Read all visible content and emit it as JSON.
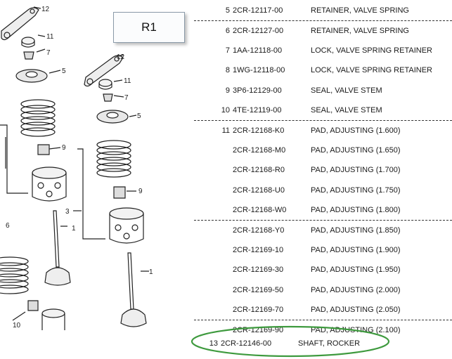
{
  "callout": {
    "label": "R1"
  },
  "diagram": {
    "labels": [
      "12",
      "11",
      "7",
      "5",
      "12",
      "11",
      "7",
      "5",
      "9",
      "9",
      "3",
      "1",
      "6",
      "1",
      "10"
    ]
  },
  "parts": [
    {
      "num": "5",
      "pn": "2CR-12117-00",
      "desc": "RETAINER, VALVE SPRING"
    },
    {
      "num": "6",
      "pn": "2CR-12127-00",
      "desc": "RETAINER, VALVE SPRING"
    },
    {
      "num": "7",
      "pn": "1AA-12118-00",
      "desc": "LOCK, VALVE SPRING RETAINER"
    },
    {
      "num": "8",
      "pn": "1WG-12118-00",
      "desc": "LOCK, VALVE SPRING RETAINER"
    },
    {
      "num": "9",
      "pn": "3P6-12129-00",
      "desc": "SEAL, VALVE STEM"
    },
    {
      "num": "10",
      "pn": "4TE-12119-00",
      "desc": "SEAL, VALVE STEM"
    },
    {
      "num": "11",
      "pn": "2CR-12168-K0",
      "desc": "PAD, ADJUSTING (1.600)"
    },
    {
      "num": "",
      "pn": "2CR-12168-M0",
      "desc": "PAD, ADJUSTING (1.650)"
    },
    {
      "num": "",
      "pn": "2CR-12168-R0",
      "desc": "PAD, ADJUSTING (1.700)"
    },
    {
      "num": "",
      "pn": "2CR-12168-U0",
      "desc": "PAD, ADJUSTING (1.750)"
    },
    {
      "num": "",
      "pn": "2CR-12168-W0",
      "desc": "PAD, ADJUSTING (1.800)"
    },
    {
      "num": "",
      "pn": "2CR-12168-Y0",
      "desc": "PAD, ADJUSTING (1.850)"
    },
    {
      "num": "",
      "pn": "2CR-12169-10",
      "desc": "PAD, ADJUSTING (1.900)"
    },
    {
      "num": "",
      "pn": "2CR-12169-30",
      "desc": "PAD, ADJUSTING (1.950)"
    },
    {
      "num": "",
      "pn": "2CR-12169-50",
      "desc": "PAD, ADJUSTING (2.000)"
    },
    {
      "num": "",
      "pn": "2CR-12169-70",
      "desc": "PAD, ADJUSTING (2.050)"
    }
  ],
  "cutoff_row": {
    "pn": "2CR-12169-90",
    "desc": "PAD, ADJUSTING (2.100)"
  },
  "highlighted_part": {
    "num": "13",
    "pn": "2CR-12146-00",
    "desc": "SHAFT, ROCKER"
  },
  "colors": {
    "highlight_oval": "#3e9a3e",
    "divider": "#333333"
  }
}
